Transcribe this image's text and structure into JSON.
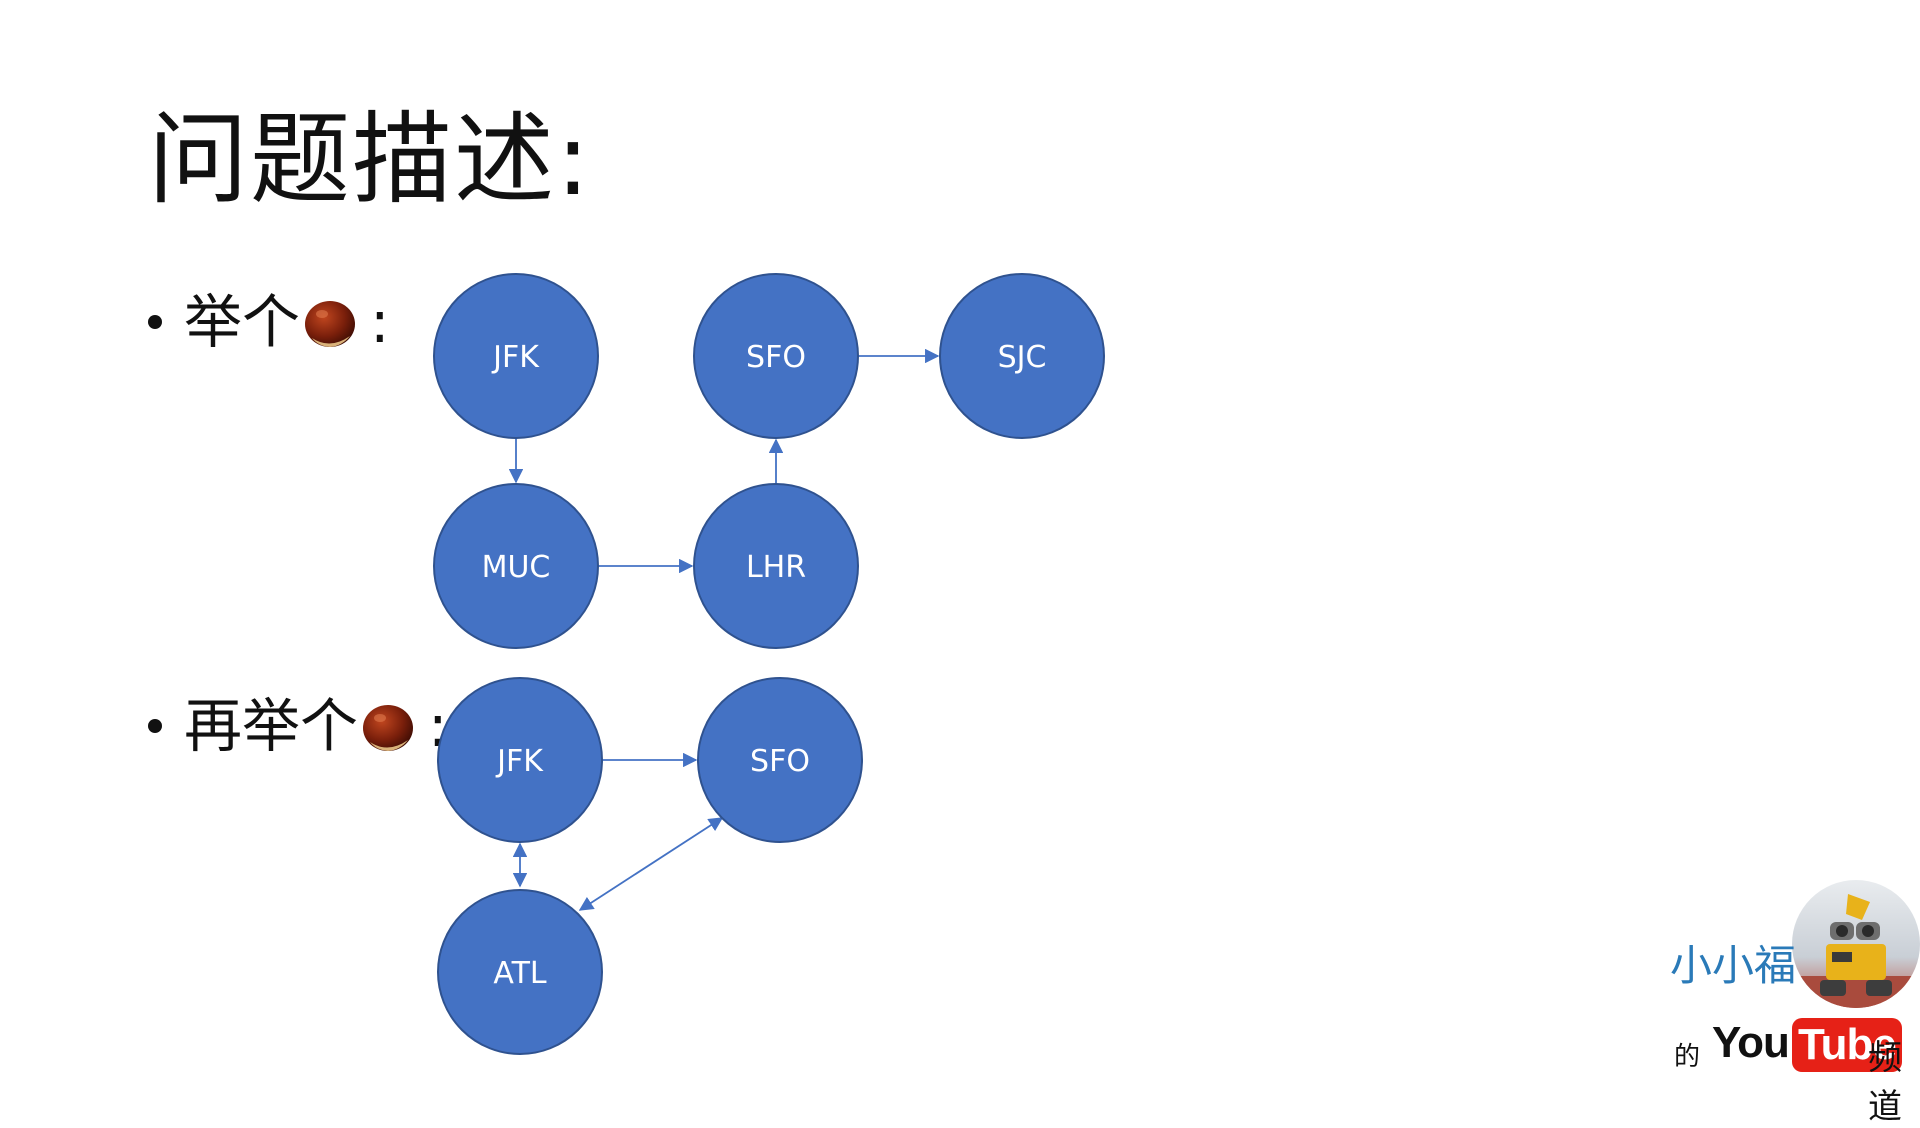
{
  "title": "问题描述:",
  "examples": [
    {
      "label": "举个",
      "colon": ":"
    },
    {
      "label": "再举个",
      "colon": ":"
    }
  ],
  "graphs": [
    {
      "nodes": [
        "JFK",
        "SFO",
        "SJC",
        "MUC",
        "LHR"
      ],
      "edges": [
        {
          "from": "JFK",
          "to": "MUC",
          "direction": "forward"
        },
        {
          "from": "MUC",
          "to": "LHR",
          "direction": "forward"
        },
        {
          "from": "LHR",
          "to": "SFO",
          "direction": "forward"
        },
        {
          "from": "SFO",
          "to": "SJC",
          "direction": "forward"
        }
      ]
    },
    {
      "nodes": [
        "JFK",
        "SFO",
        "ATL"
      ],
      "edges": [
        {
          "from": "JFK",
          "to": "SFO",
          "direction": "forward"
        },
        {
          "from": "JFK",
          "to": "ATL",
          "direction": "both"
        },
        {
          "from": "ATL",
          "to": "SFO",
          "direction": "both"
        }
      ]
    }
  ],
  "watermark": {
    "name": "小小福",
    "de": "的",
    "you": "You",
    "tube": "Tube",
    "channel": "频道"
  },
  "colors": {
    "node_fill": "#4472c4",
    "node_stroke": "#2f528f",
    "edge": "#4472c4",
    "tube_red": "#e62117",
    "name_blue": "#2a7ab8"
  },
  "icons": [
    "chestnut-icon",
    "robot-avatar"
  ]
}
